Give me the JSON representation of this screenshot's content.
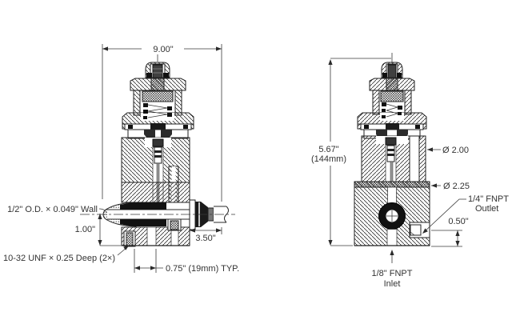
{
  "drawing": {
    "type": "engineering cross-section drawing, two orthographic views",
    "subject": "miniature pressure regulator valve with dip tube",
    "colors": {
      "line": "#2a2a2a",
      "background": "#ffffff",
      "seal_fill": "#121212",
      "text": "#333333"
    },
    "labels": {
      "left_view": {
        "overall_length": "9.00\"",
        "tube_spec": "1/2\" O.D. × 0.049\" Wall",
        "tube_center_height": "1.00\"",
        "tapped_holes": "10-32 UNF × 0.25 Deep (2×)",
        "fitting_length": "3.50\"",
        "hole_spacing": "0.75\" (19mm) TYP."
      },
      "right_view": {
        "overall_height_in": "5.67\"",
        "overall_height_mm": "(144mm)",
        "body_diameter": "Ø 2.00",
        "base_diameter": "Ø 2.25",
        "outlet_port_line1": "1/4\" FNPT",
        "outlet_port_line2": "Outlet",
        "outlet_height": "0.50\"",
        "inlet_port_line1": "1/8\" FNPT",
        "inlet_port_line2": "Inlet"
      }
    }
  }
}
